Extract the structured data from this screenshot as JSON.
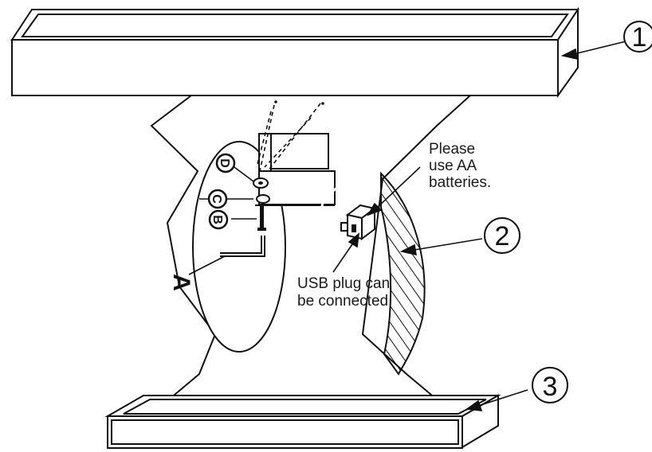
{
  "parts": {
    "top_board": "1",
    "side_panel": "2",
    "base": "3"
  },
  "sub_labels": {
    "a": "A",
    "b": "B",
    "c": "C",
    "d": "D"
  },
  "notes": {
    "batteries": [
      "Please",
      "use AA",
      "batteries."
    ],
    "usb": [
      "USB plug can",
      "be connected"
    ]
  },
  "colors": {
    "line": "#111111",
    "background": "#ffffff"
  }
}
